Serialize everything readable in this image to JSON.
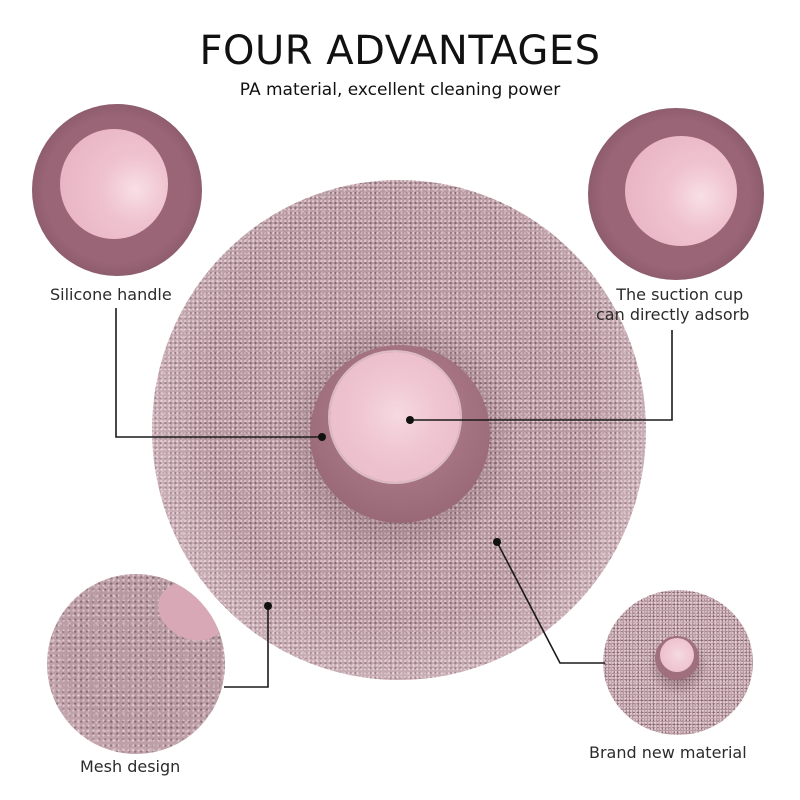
{
  "header": {
    "title": "FOUR ADVANTAGES",
    "subtitle": "PA material, excellent cleaning power"
  },
  "features": [
    {
      "id": "silicone-handle",
      "label": "Silicone handle"
    },
    {
      "id": "suction-cup",
      "label_line1": "The suction cup",
      "label_line2": "can directly adsorb"
    },
    {
      "id": "mesh-design",
      "label": "Mesh design"
    },
    {
      "id": "brand-new-material",
      "label": "Brand new material"
    }
  ],
  "colors": {
    "mesh": "#b89aa2",
    "cup_ring": "#9a6a78",
    "cup_light": "#f1c8d3",
    "text": "#111111",
    "leader_line": "#1a1a1a"
  }
}
